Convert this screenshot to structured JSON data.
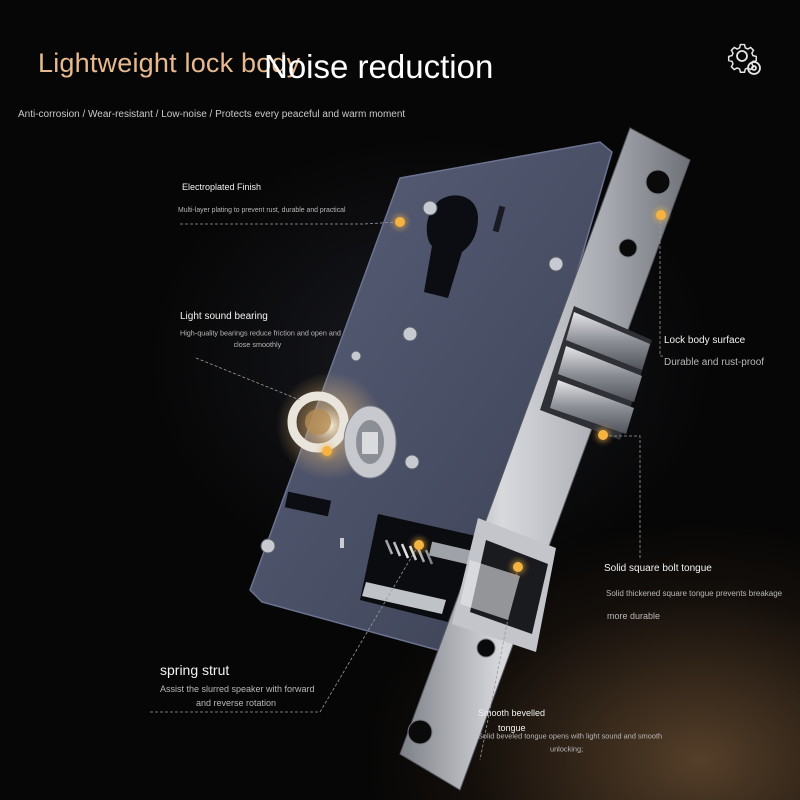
{
  "header": {
    "title_highlight": "Lightweight lock body",
    "title_main": "Noise reduction",
    "subtitle": "Anti-corrosion / Wear-resistant / Low-noise / Protects every peaceful and warm moment"
  },
  "icons": {
    "settings": "gear-icon"
  },
  "colors": {
    "accent": "#e7b98f",
    "callout_dot": "#f5b342",
    "lock_plate": "#4a4f63",
    "faceplate": "#b9bcc2"
  },
  "callouts": {
    "electroplated": {
      "title": "Electroplated Finish",
      "desc": "Multi-layer plating to prevent rust, durable and practical"
    },
    "bearing": {
      "title": "Light sound bearing",
      "desc_line1": "High-quality bearings reduce friction and open and",
      "desc_line2": "close smoothly"
    },
    "lock_surface": {
      "title": "Lock body surface",
      "desc": "Durable and rust-proof"
    },
    "square_bolt": {
      "title": "Solid square bolt tongue",
      "desc_line1": "Solid thickened square tongue prevents breakage",
      "desc_line2": "more durable"
    },
    "spring": {
      "title": "spring strut",
      "desc_line1": "Assist the slurred speaker with forward",
      "desc_line2": "and reverse rotation"
    },
    "bevelled": {
      "title_line1": "Smooth bevelled",
      "title_line2": "tongue",
      "desc_line1": "Solid beveled tongue opens with light sound and smooth",
      "desc_line2": "unlocking;"
    }
  }
}
